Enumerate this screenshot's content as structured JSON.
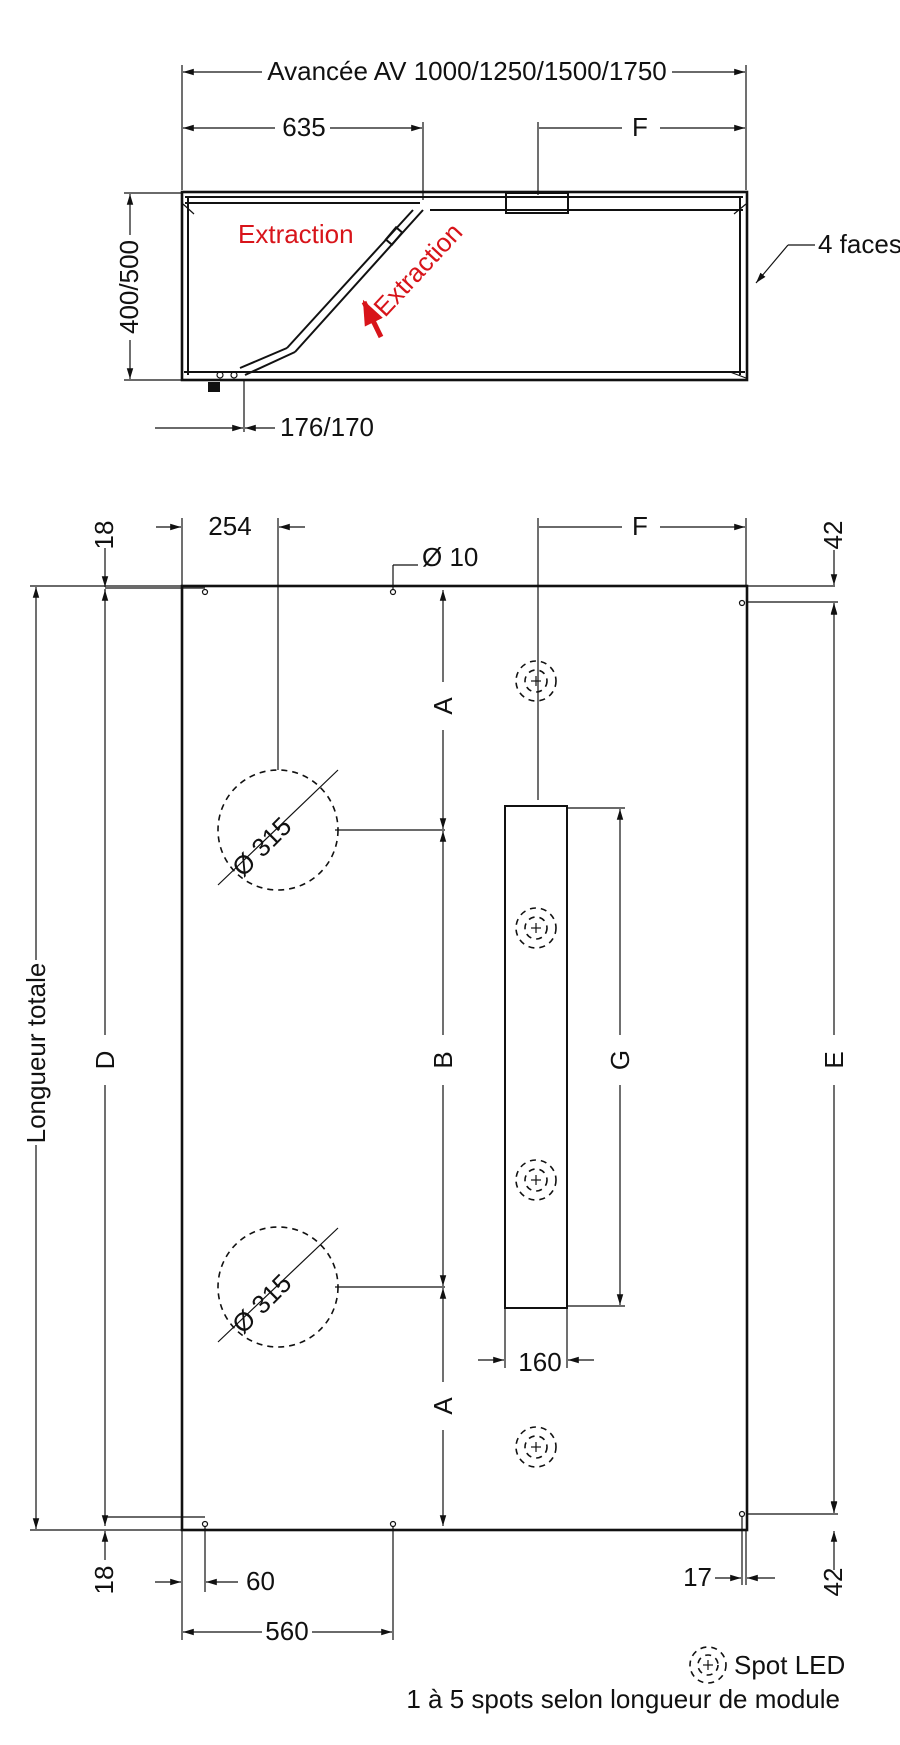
{
  "side_view": {
    "overall_width": "Avancée AV 1000/1250/1500/1750",
    "left_width": "635",
    "right_offset": "F",
    "height": "400/500",
    "bottom_offset": "176/170",
    "extraction_left": "Extraction",
    "extraction_right": "Extraction",
    "faces_note": "4 faces"
  },
  "plan_view": {
    "top_left_offset": "18",
    "hole_offset": "254",
    "right_offset": "F",
    "top_right_offset": "42",
    "small_hole": "Ø 10",
    "duct_diameter_1": "Ø 315",
    "duct_diameter_2": "Ø 315",
    "dim_a_top": "A",
    "dim_b": "B",
    "dim_a_bottom": "A",
    "dim_d": "D",
    "dim_e": "E",
    "dim_g": "G",
    "total_length": "Longueur totale",
    "strip_width": "160",
    "bottom_left_offset": "18",
    "left_hole_offset": "60",
    "width_560": "560",
    "right_hole_offset": "17",
    "bottom_right_offset": "42"
  },
  "legend": {
    "spot_label": "Spot LED",
    "spot_note": "1 à 5 spots selon longueur de module"
  },
  "colors": {
    "extraction_red": "#d8141a",
    "line": "#111111"
  }
}
